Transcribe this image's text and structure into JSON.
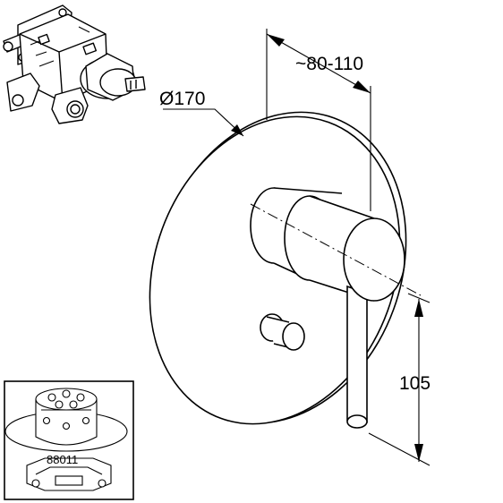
{
  "drawing": {
    "dimensions": {
      "diameter_label": "Ø170",
      "depth_label": "~80-110",
      "height_label": "105"
    },
    "inset": {
      "part_number": "88011"
    },
    "colors": {
      "line": "#000000",
      "background": "#ffffff"
    }
  }
}
